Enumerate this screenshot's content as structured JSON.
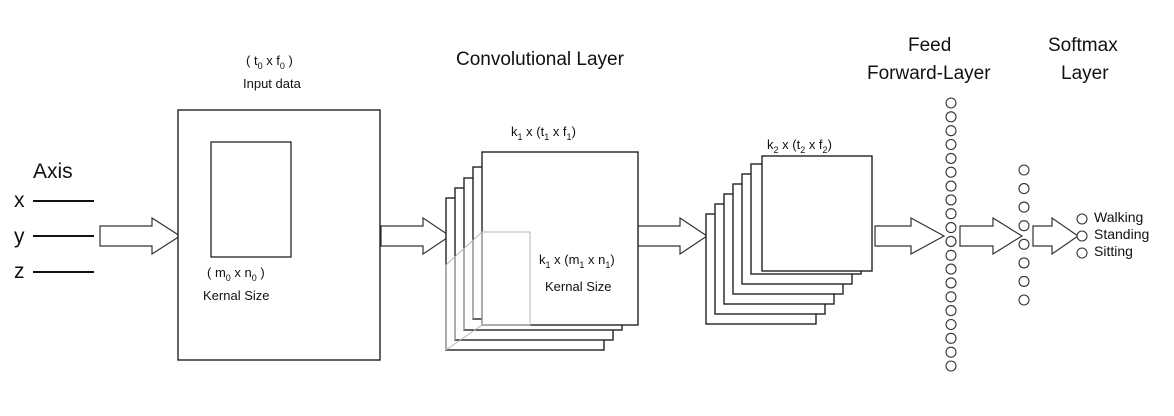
{
  "axis": {
    "title": "Axis",
    "labels": [
      "x",
      "y",
      "z"
    ]
  },
  "input": {
    "dims": {
      "base": "( t",
      "s0": "0",
      "mid": " x f",
      "s1": "0",
      "end": " )"
    },
    "caption": "Input data",
    "kernel_dims": {
      "base": "( m",
      "s0": "0",
      "mid": " x n",
      "s1": "0",
      "end": " )"
    },
    "kernel_caption": "Kernal Size"
  },
  "conv": {
    "title": "Convolutional Layer",
    "dims": {
      "base": "k",
      "s0": "1",
      "mid": " x (t",
      "s1": "1",
      "mid2": " x f",
      "s2": "1",
      "end": ")"
    },
    "kernel_dims": {
      "base": "k",
      "s0": "1",
      "mid": " x (m",
      "s1": "1",
      "mid2": " x n",
      "s2": "1",
      "end": ")"
    },
    "kernel_caption": "Kernal Size"
  },
  "conv2": {
    "dims": {
      "base": "k",
      "s0": "2",
      "mid": " x (t",
      "s1": "2",
      "mid2": " x f",
      "s2": "2",
      "end": ")"
    }
  },
  "feedforward": {
    "title_line1": "Feed",
    "title_line2": "Forward-Layer",
    "neuron_count": 20
  },
  "hidden": {
    "neuron_count": 8
  },
  "softmax": {
    "title_line1": "Softmax",
    "title_line2": "Layer",
    "outputs": [
      "Walking",
      "Standing",
      "Sitting"
    ]
  }
}
